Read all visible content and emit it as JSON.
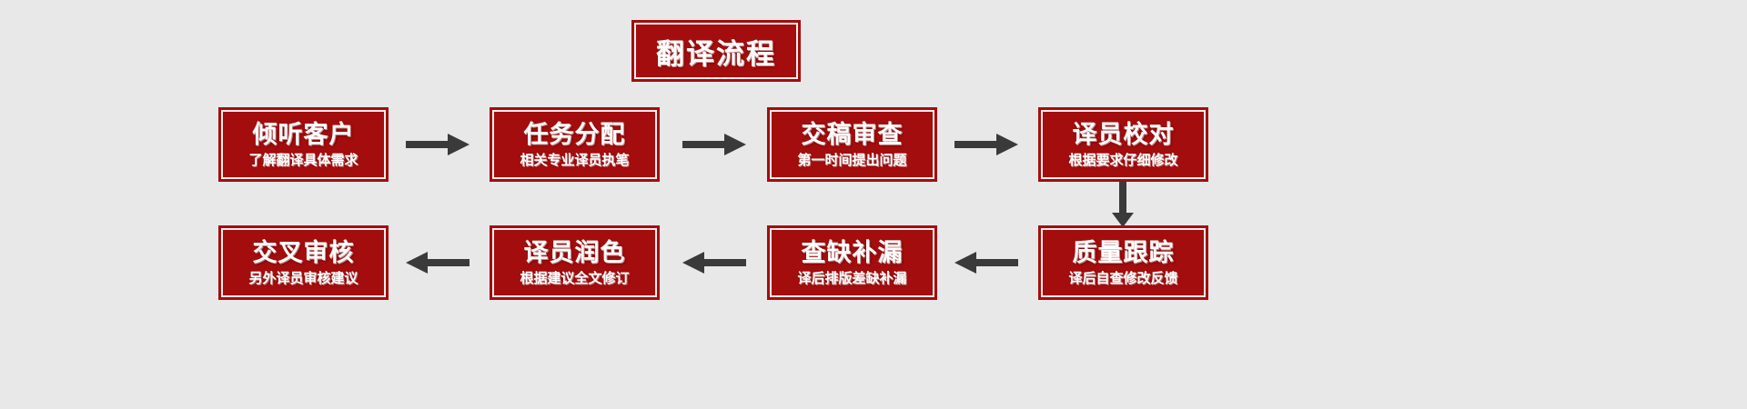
{
  "diagram": {
    "background_color": "#e8e8e8",
    "box_color": "#a30d0d",
    "box_inner_line_color": "#f2eeee",
    "arrow_color": "#3a3a3a",
    "text_color": "#ffffff",
    "title": "翻译流程",
    "row1": [
      {
        "title": "倾听客户",
        "subtitle": "了解翻译具体需求"
      },
      {
        "title": "任务分配",
        "subtitle": "相关专业译员执笔"
      },
      {
        "title": "交稿审查",
        "subtitle": "第一时间提出问题"
      },
      {
        "title": "译员校对",
        "subtitle": "根据要求仔细修改"
      }
    ],
    "row2": [
      {
        "title": "交叉审核",
        "subtitle": "另外译员审核建议"
      },
      {
        "title": "译员润色",
        "subtitle": "根据建议全文修订"
      },
      {
        "title": "查缺补漏",
        "subtitle": "译后排版差缺补漏"
      },
      {
        "title": "质量跟踪",
        "subtitle": "译后自查修改反馈"
      }
    ],
    "connectors": [
      {
        "name": "arrow-right-1",
        "direction": "right"
      },
      {
        "name": "arrow-right-2",
        "direction": "right"
      },
      {
        "name": "arrow-right-3",
        "direction": "right"
      },
      {
        "name": "arrow-down-1",
        "direction": "down"
      },
      {
        "name": "arrow-left-1",
        "direction": "left"
      },
      {
        "name": "arrow-left-2",
        "direction": "left"
      },
      {
        "name": "arrow-left-3",
        "direction": "left"
      }
    ]
  }
}
